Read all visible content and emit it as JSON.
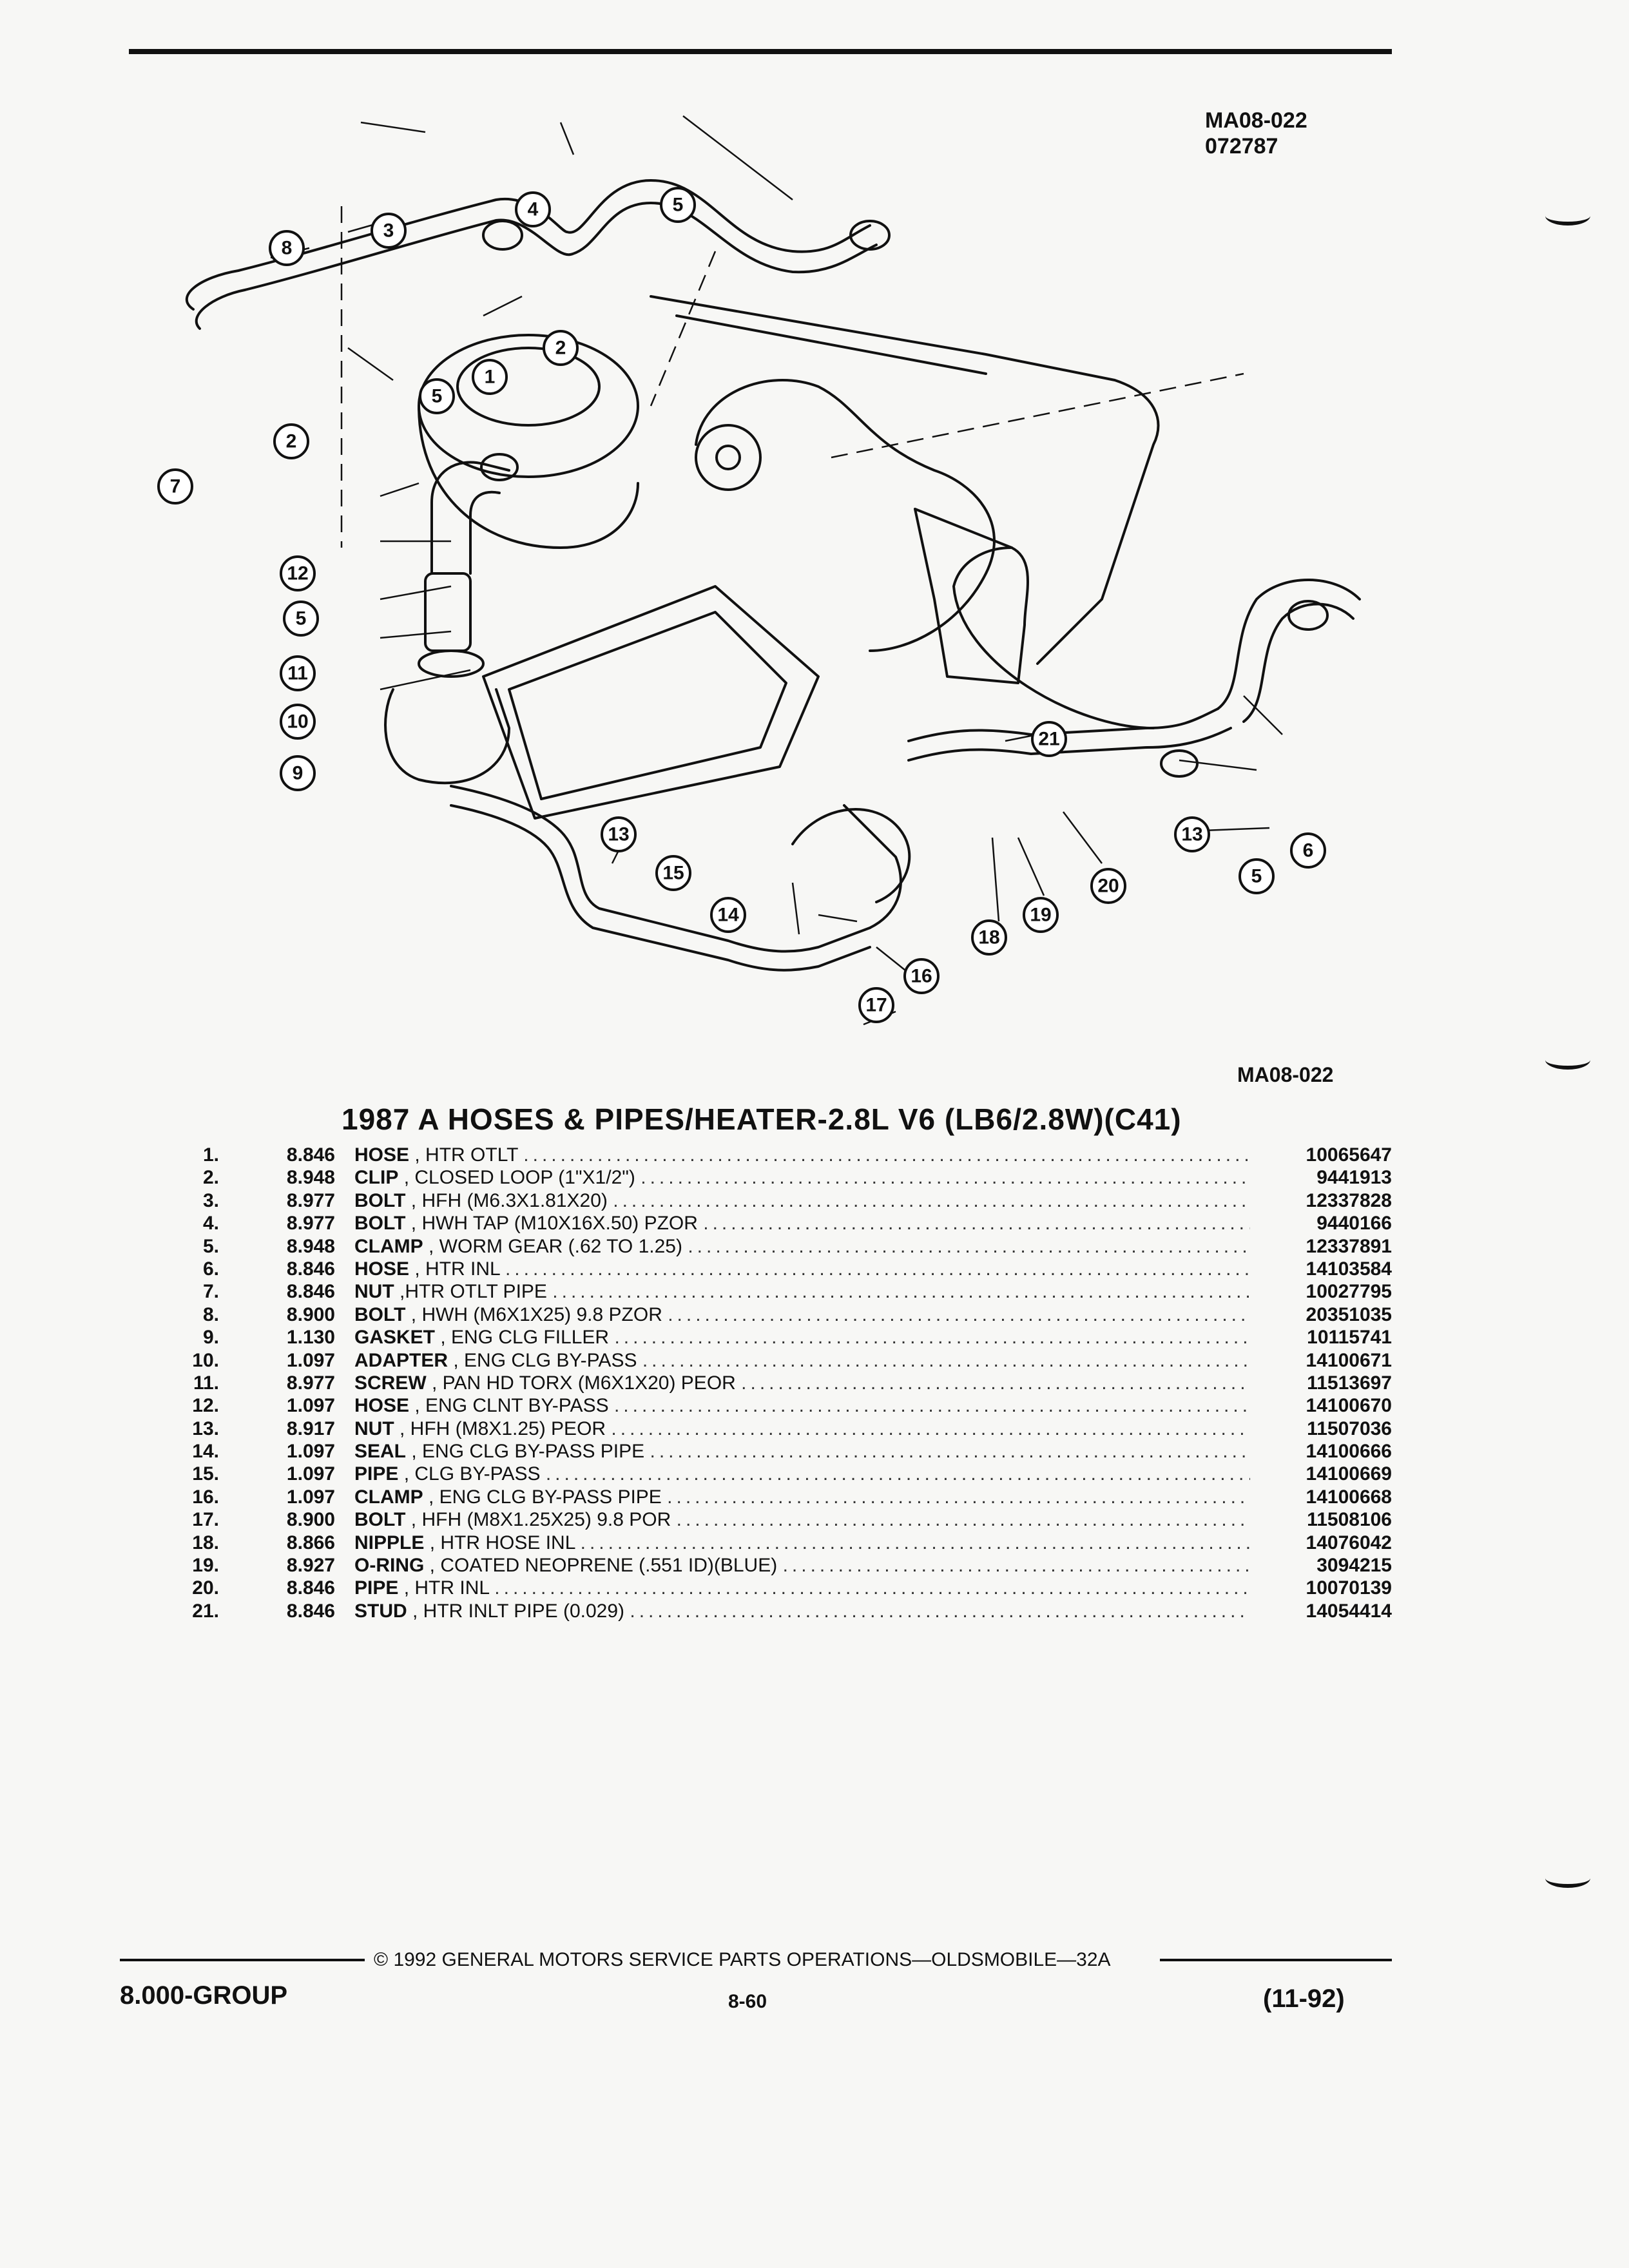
{
  "figure": {
    "id_top": "MA08-022",
    "date_code": "072787",
    "id_bottom": "MA08-022"
  },
  "callouts": [
    "1",
    "2",
    "3",
    "4",
    "5",
    "6",
    "7",
    "8",
    "9",
    "10",
    "11",
    "12",
    "13",
    "14",
    "15",
    "16",
    "17",
    "18",
    "19",
    "20",
    "21"
  ],
  "title": "1987 A HOSES & PIPES/HEATER-2.8L V6 (LB6/2.8W)(C41)",
  "parts": [
    {
      "num": "1.",
      "group": "8.846",
      "name": "HOSE",
      "desc": ", HTR OTLT",
      "part": "10065647"
    },
    {
      "num": "2.",
      "group": "8.948",
      "name": "CLIP",
      "desc": ", CLOSED LOOP (1\"X1/2\")",
      "part": "9441913"
    },
    {
      "num": "3.",
      "group": "8.977",
      "name": "BOLT",
      "desc": ", HFH (M6.3X1.81X20)",
      "part": "12337828"
    },
    {
      "num": "4.",
      "group": "8.977",
      "name": "BOLT",
      "desc": ", HWH TAP (M10X16X.50) PZOR",
      "part": "9440166"
    },
    {
      "num": "5.",
      "group": "8.948",
      "name": "CLAMP",
      "desc": ", WORM GEAR (.62 TO 1.25)",
      "part": "12337891"
    },
    {
      "num": "6.",
      "group": "8.846",
      "name": "HOSE",
      "desc": ", HTR INL",
      "part": "14103584"
    },
    {
      "num": "7.",
      "group": "8.846",
      "name": "NUT",
      "desc": ",HTR OTLT PIPE",
      "part": "10027795"
    },
    {
      "num": "8.",
      "group": "8.900",
      "name": "BOLT",
      "desc": ", HWH (M6X1X25) 9.8 PZOR",
      "part": "20351035"
    },
    {
      "num": "9.",
      "group": "1.130",
      "name": "GASKET",
      "desc": ", ENG CLG FILLER",
      "part": "10115741"
    },
    {
      "num": "10.",
      "group": "1.097",
      "name": "ADAPTER",
      "desc": ", ENG CLG BY-PASS",
      "part": "14100671"
    },
    {
      "num": "11.",
      "group": "8.977",
      "name": "SCREW",
      "desc": ", PAN HD TORX (M6X1X20) PEOR",
      "part": "11513697"
    },
    {
      "num": "12.",
      "group": "1.097",
      "name": "HOSE",
      "desc": ", ENG CLNT BY-PASS",
      "part": "14100670"
    },
    {
      "num": "13.",
      "group": "8.917",
      "name": "NUT",
      "desc": ", HFH (M8X1.25) PEOR",
      "part": "11507036"
    },
    {
      "num": "14.",
      "group": "1.097",
      "name": "SEAL",
      "desc": ", ENG CLG BY-PASS PIPE",
      "part": "14100666"
    },
    {
      "num": "15.",
      "group": "1.097",
      "name": "PIPE",
      "desc": ", CLG BY-PASS",
      "part": "14100669"
    },
    {
      "num": "16.",
      "group": "1.097",
      "name": "CLAMP",
      "desc": ", ENG CLG BY-PASS PIPE",
      "part": "14100668"
    },
    {
      "num": "17.",
      "group": "8.900",
      "name": "BOLT",
      "desc": ", HFH (M8X1.25X25) 9.8 POR",
      "part": "11508106"
    },
    {
      "num": "18.",
      "group": "8.866",
      "name": "NIPPLE",
      "desc": ", HTR HOSE INL",
      "part": "14076042"
    },
    {
      "num": "19.",
      "group": "8.927",
      "name": "O-RING",
      "desc": ", COATED NEOPRENE (.551 ID)(BLUE)",
      "part": "3094215"
    },
    {
      "num": "20.",
      "group": "8.846",
      "name": "PIPE",
      "desc": ", HTR INL",
      "part": "10070139"
    },
    {
      "num": "21.",
      "group": "8.846",
      "name": "STUD",
      "desc": ", HTR INLT PIPE (0.029)",
      "part": "14054414"
    }
  ],
  "footer": {
    "copyright": "© 1992 GENERAL MOTORS SERVICE PARTS OPERATIONS—OLDSMOBILE—32A",
    "group": "8.000-GROUP",
    "page": "8-60",
    "date": "(11-92)"
  }
}
